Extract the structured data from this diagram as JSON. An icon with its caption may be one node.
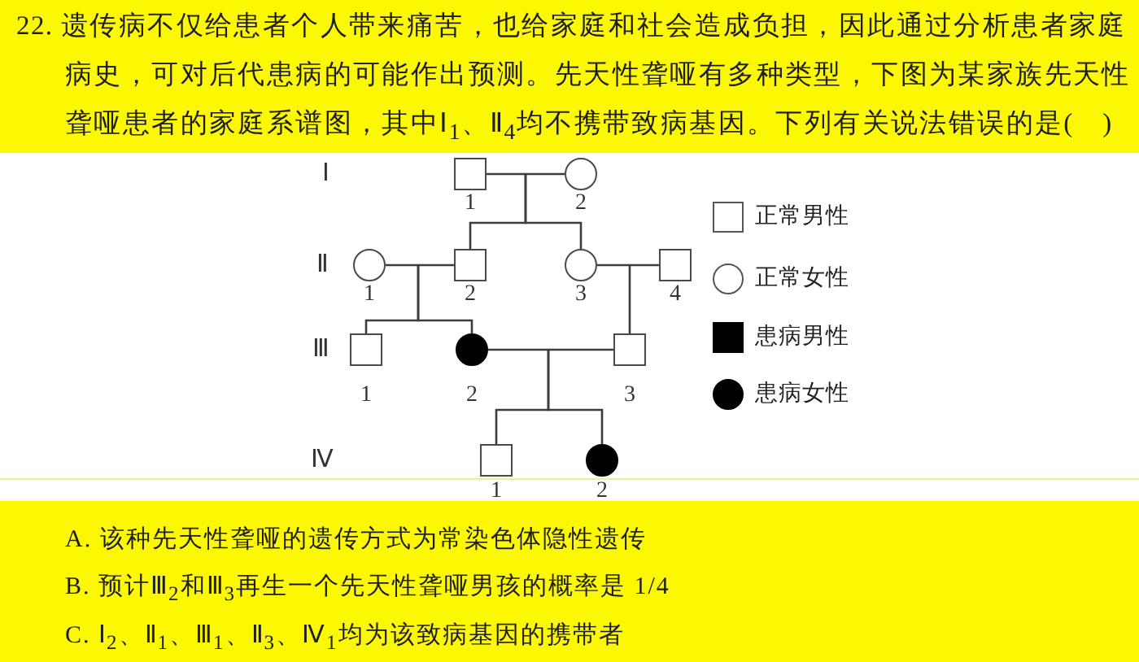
{
  "diagram": {
    "nodes": [
      {
        "text": [],
        "shape": "box",
        "beside": [
          "1"
        ]
      },
      {
        "text": [],
        "shape": "circle",
        "beside": [
          "2"
        ]
      },
      {
        "text": [],
        "shape": "circle",
        "beside": [
          "1"
        ]
      },
      {
        "text": [],
        "shape": "box",
        "beside": [
          "2"
        ]
      },
      {
        "text": [],
        "shape": "circle",
        "beside": [
          "3"
        ]
      },
      {
        "text": [],
        "shape": "box",
        "beside": [
          "4"
        ]
      },
      {
        "text": [],
        "shape": "box",
        "beside": [
          "1"
        ]
      },
      {
        "text": [],
        "shape": "circle",
        "beside": [
          "2"
        ]
      },
      {
        "text": [],
        "shape": "box",
        "beside": [
          "3"
        ]
      },
      {
        "text": [],
        "shape": "box",
        "beside": [
          "1"
        ]
      },
      {
        "text": [],
        "shape": "circle",
        "beside": [
          "2"
        ]
      }
    ],
    "edges": [
      {
        "from": 0,
        "to": 1,
        "arrow": "none"
      },
      {
        "from": null,
        "to": 3,
        "arrow": "none"
      },
      {
        "from": null,
        "to": 4,
        "arrow": "none"
      },
      {
        "from": 2,
        "to": 3,
        "arrow": "none"
      },
      {
        "from": 4,
        "to": 5,
        "arrow": "none"
      },
      {
        "from": null,
        "to": 6,
        "arrow": "none"
      },
      {
        "from": null,
        "to": 7,
        "arrow": "none"
      },
      {
        "from": null,
        "to": 8,
        "arrow": "none"
      },
      {
        "from": 7,
        "to": 8,
        "arrow": "none"
      },
      {
        "from": null,
        "to": 9,
        "arrow": "none"
      },
      {
        "from": null,
        "to": 10,
        "arrow": "none"
      }
    ],
    "labels": [
      "22. 遗传病不仅给患者个人带来痛苦，也给家庭和社会造成负担，因此通过分析患者家庭病史，可对后代患病的可能作出预测。先天性聋哑有多种类型，下图为某家族先天性聋哑患者的家庭系谱图，其中Ⅰ$_{1}$、Ⅱ$_{4}$均不携带致病基因。下列有关说法错误的是(　)",
      "Ⅰ",
      "Ⅱ",
      "Ⅲ",
      "Ⅳ",
      "A. 该种先天性聋哑的遗传方式为常染色体隐性遗传",
      "B. 预计Ⅲ$_{2}$和Ⅲ$_{3}$再生一个先天性聋哑男孩的概率是 1/4",
      "C. Ⅰ$_{2}$、Ⅱ$_{1}$、Ⅲ$_{1}$、Ⅱ$_{3}$、Ⅳ$_{1}$均为该致病基因的携带者"
    ],
    "legend": [
      {
        "text": "正常男性"
      },
      {
        "text": "正常女性"
      },
      {
        "text": "患病男性"
      },
      {
        "text": "患病女性"
      }
    ]
  }
}
